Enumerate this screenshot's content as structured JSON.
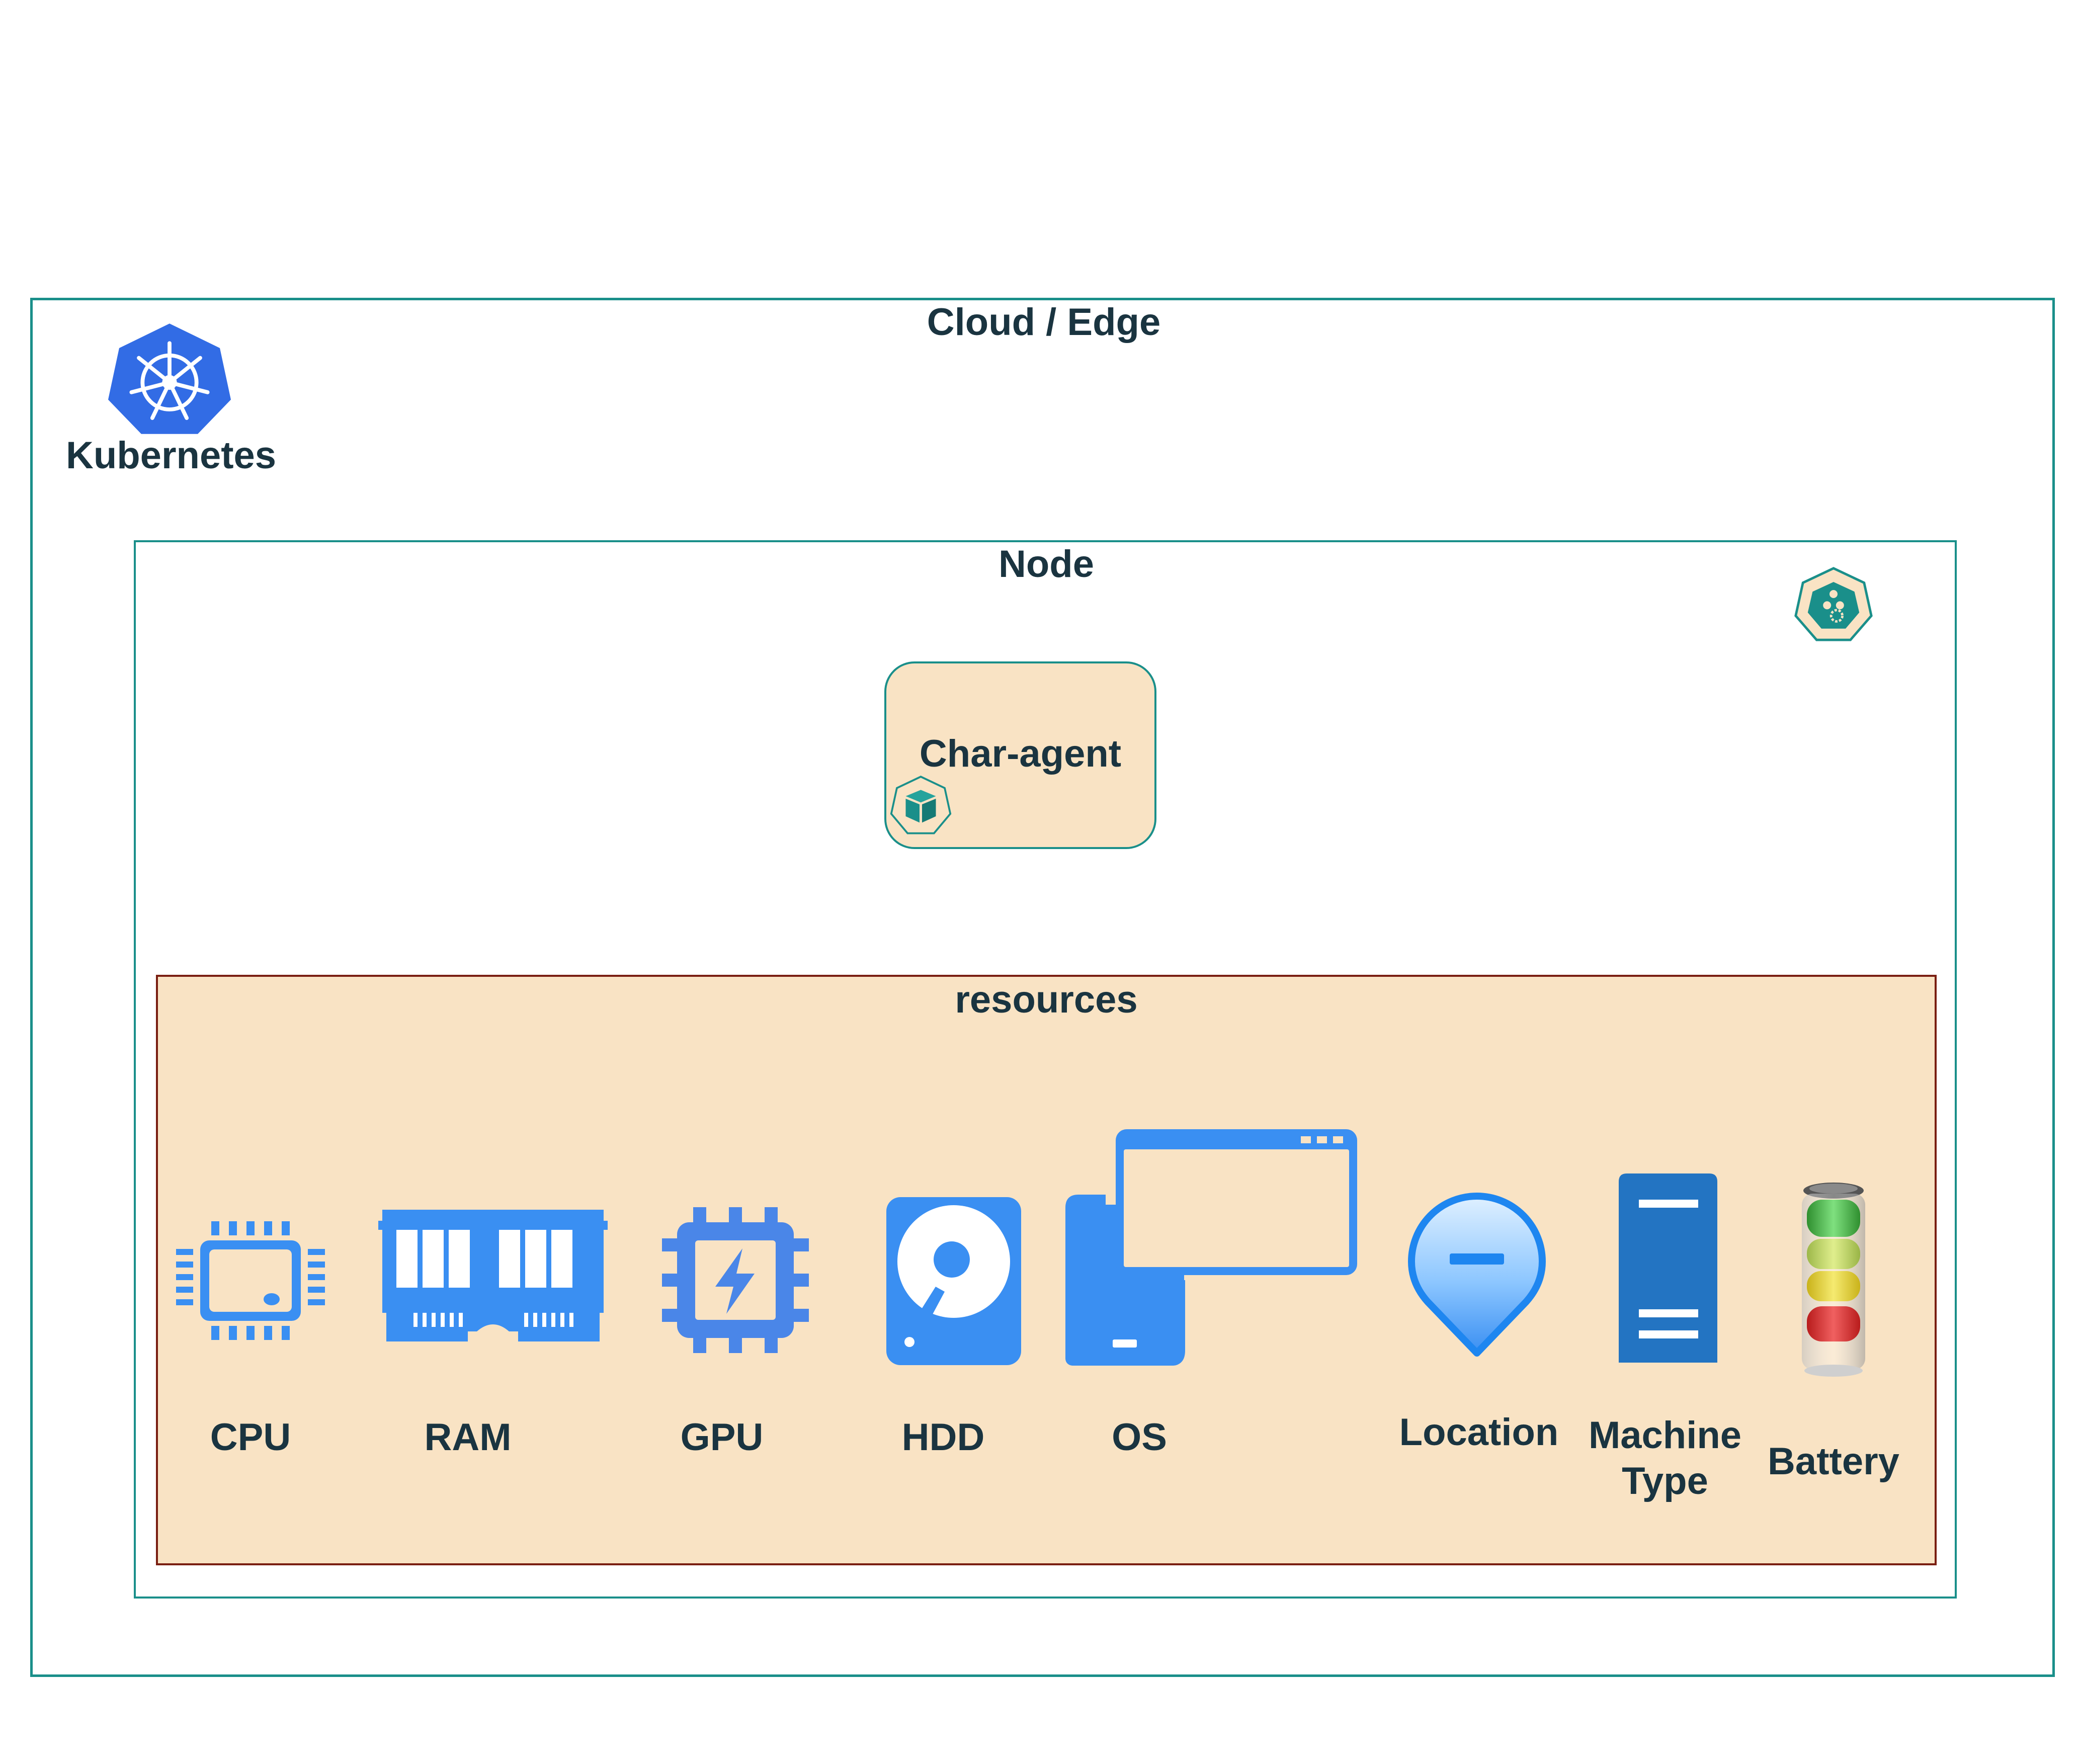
{
  "cloud": {
    "title": "Cloud / Edge"
  },
  "kubernetes": {
    "label": "Kubernetes",
    "icon": "kubernetes-logo-icon",
    "color": "#326CE5"
  },
  "node": {
    "title": "Node",
    "icon": "node-icon"
  },
  "agent": {
    "label": "Char-agent",
    "icon": "pod-icon"
  },
  "resources": {
    "title": "resources",
    "items": [
      {
        "label": "CPU",
        "icon": "cpu-icon"
      },
      {
        "label": "RAM",
        "icon": "ram-icon"
      },
      {
        "label": "GPU",
        "icon": "gpu-icon"
      },
      {
        "label": "HDD",
        "icon": "hdd-icon"
      },
      {
        "label": "OS",
        "icon": "os-icon"
      },
      {
        "label": "Location",
        "icon": "location-icon"
      },
      {
        "label_line1": "Machine",
        "label_line2": "Type",
        "icon": "server-icon"
      },
      {
        "label": "Battery",
        "icon": "battery-icon"
      }
    ]
  },
  "colors": {
    "teal_border": "#1a8f8a",
    "peach_fill": "#f9e3c4",
    "resources_border": "#7a1f12",
    "icon_blue": "#3a8ff2",
    "text_dark": "#1a3440"
  }
}
